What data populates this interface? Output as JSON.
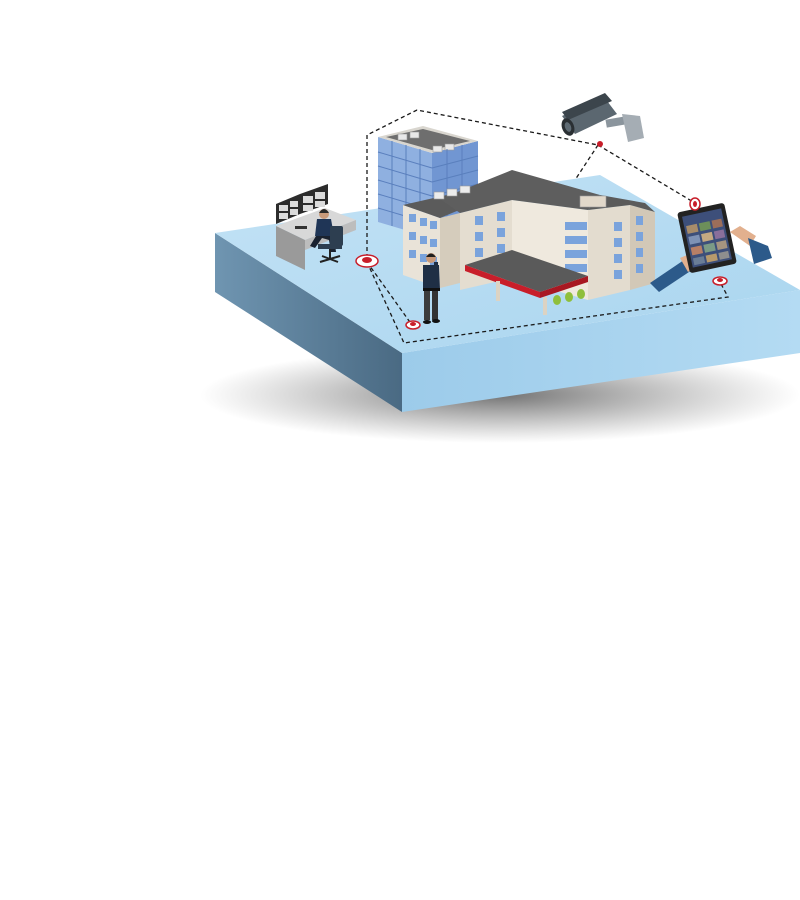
{
  "scene": {
    "title": "",
    "elements": {
      "platform": "isometric-base-platform",
      "office_tower": "office-building",
      "main_building": "hospital-building",
      "monitoring_station": "security-control-room-operator",
      "guard": "security-guard",
      "camera": "cctv-camera-icon",
      "tablet": "mobile-monitoring-tablet",
      "perimeter": "dashed-perimeter-network",
      "sensors": [
        "sensor-node",
        "sensor-node",
        "sensor-node",
        "sensor-node",
        "sensor-node"
      ]
    },
    "colors": {
      "platform_top": "#b7dcf3",
      "platform_left": "#5a7c95",
      "platform_right": "#a8d4ef",
      "building_wall": "#e8e1d5",
      "building_side": "#d6cdbd",
      "roof": "#5e5e5e",
      "window": "#7aa3dc",
      "office_glass": "#7f9fd6",
      "accent_red": "#c81e2a",
      "camera_body": "#5b6770",
      "uniform": "#1f2f45"
    }
  }
}
